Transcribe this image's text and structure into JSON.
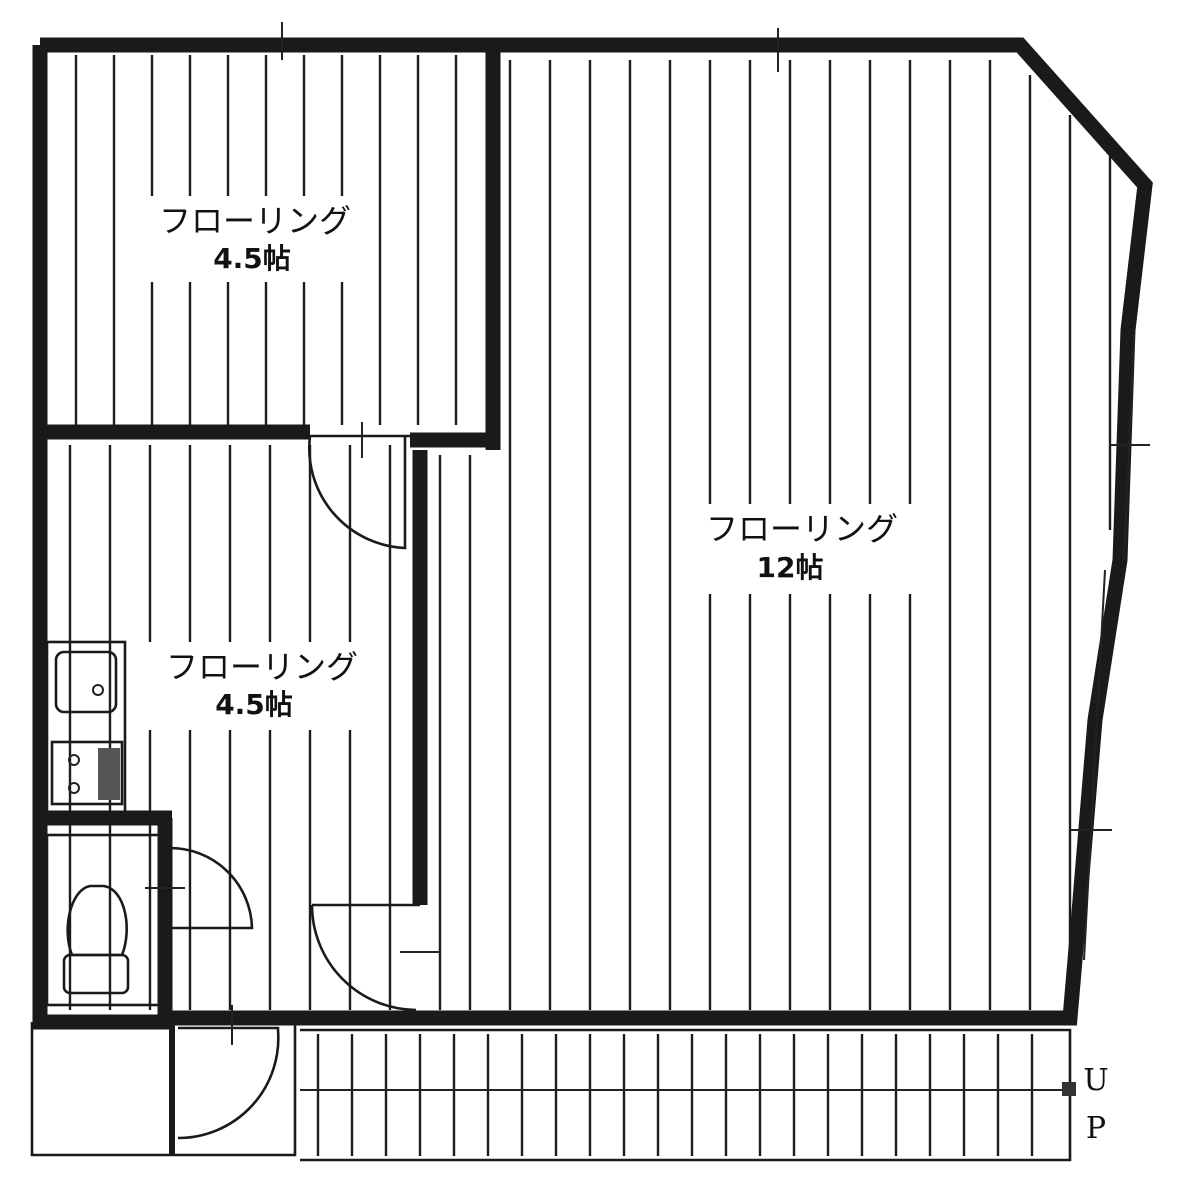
{
  "rooms": [
    {
      "label": "フローリング",
      "size": "4.5帖"
    },
    {
      "label": "フローリング",
      "size": "4.5帖"
    },
    {
      "label": "フローリング",
      "size": "12帖"
    }
  ],
  "stair": {
    "up_1": "U",
    "up_2": "P"
  },
  "colors": {
    "wall": "#1a1a1a",
    "background": "#ffffff"
  }
}
